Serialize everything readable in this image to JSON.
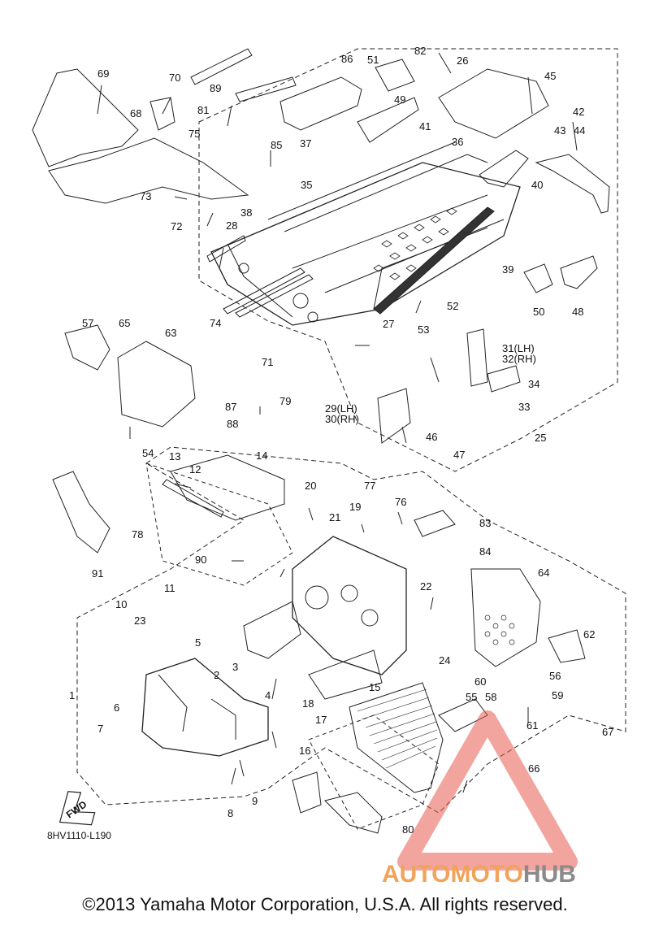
{
  "diagram": {
    "code": "8HV1110-L190",
    "fwd_label": "FWD",
    "callouts": [
      "1",
      "2",
      "3",
      "4",
      "5",
      "6",
      "7",
      "8",
      "9",
      "10",
      "11",
      "12",
      "13",
      "14",
      "15",
      "16",
      "17",
      "18",
      "19",
      "20",
      "21",
      "22",
      "23",
      "24",
      "25",
      "26",
      "27",
      "28",
      "29(LH)",
      "30(RH)",
      "31(LH)",
      "32(RH)",
      "33",
      "34",
      "35",
      "36",
      "37",
      "38",
      "39",
      "40",
      "41",
      "42",
      "43",
      "44",
      "45",
      "46",
      "47",
      "48",
      "49",
      "50",
      "51",
      "52",
      "53",
      "54",
      "55",
      "56",
      "57",
      "58",
      "59",
      "60",
      "61",
      "62",
      "63",
      "64",
      "65",
      "66",
      "67",
      "68",
      "69",
      "70",
      "71",
      "72",
      "73",
      "74",
      "75",
      "76",
      "77",
      "78",
      "79",
      "80",
      "81",
      "82",
      "83",
      "84",
      "85",
      "86",
      "87",
      "88",
      "89",
      "90",
      "91"
    ]
  },
  "watermark": {
    "brand_part1": "AUTOMOTO",
    "brand_part2": "HUB",
    "color_red": "#e85a4f",
    "color_orange": "#f0a35a",
    "color_gray": "#8a8a8a"
  },
  "footer": {
    "copyright": "©2013 Yamaha Motor Corporation, U.S.A. All rights reserved."
  }
}
